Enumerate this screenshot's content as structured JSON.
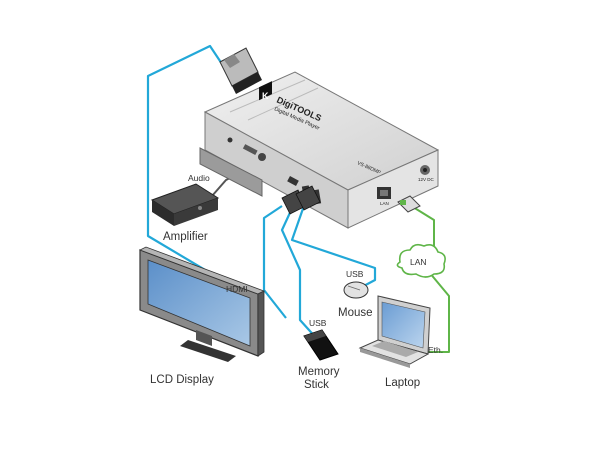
{
  "device": {
    "brand_mark": "K",
    "model_family": "DigiTOOLS",
    "subtitle": "Digital Media Player",
    "model_code": "VS-88DMP",
    "port_power": "12V DC",
    "port_lan": "LAN"
  },
  "labels": {
    "audio": "Audio",
    "amplifier": "Amplifier",
    "lcd_display": "LCD Display",
    "hdmi": "HDMI",
    "usb_mouse": "USB",
    "mouse": "Mouse",
    "usb_stick": "USB",
    "memory_stick_line1": "Memory",
    "memory_stick_line2": "Stick",
    "lan": "LAN",
    "laptop": "Laptop",
    "eth": "Eth."
  },
  "colors": {
    "usb_hdmi_cable": "#22a8d8",
    "ethernet_cable": "#5fb548",
    "audio_cable": "#444444",
    "device_body": "#d9d9d9"
  }
}
